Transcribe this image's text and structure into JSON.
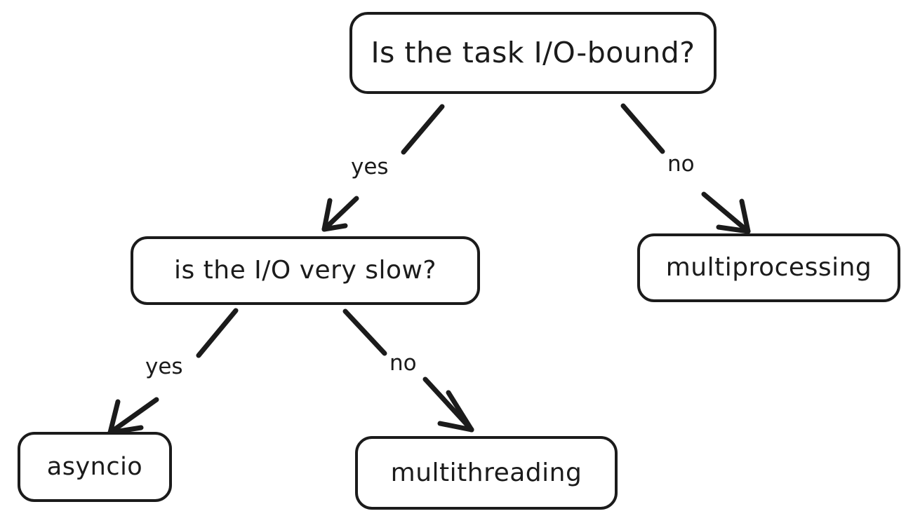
{
  "diagram": {
    "type": "flowchart",
    "style": "hand-drawn",
    "background_color": "#ffffff",
    "stroke_color": "#1b1b1b",
    "nodes": [
      {
        "id": "root",
        "label": "Is the task I/O-bound?",
        "shape": "rounded-rectangle",
        "role": "decision"
      },
      {
        "id": "io-slow",
        "label": "is the I/O very slow?",
        "shape": "rounded-rectangle",
        "role": "decision"
      },
      {
        "id": "multiprocessing",
        "label": "multiprocessing",
        "shape": "rounded-rectangle",
        "role": "outcome"
      },
      {
        "id": "asyncio",
        "label": "asyncio",
        "shape": "rounded-rectangle",
        "role": "outcome"
      },
      {
        "id": "multithreading",
        "label": "multithreading",
        "shape": "rounded-rectangle",
        "role": "outcome"
      }
    ],
    "edges": [
      {
        "id": "root-yes",
        "from": "root",
        "to": "io-slow",
        "label": "yes"
      },
      {
        "id": "root-no",
        "from": "root",
        "to": "multiprocessing",
        "label": "no"
      },
      {
        "id": "io-yes",
        "from": "io-slow",
        "to": "asyncio",
        "label": "yes"
      },
      {
        "id": "io-no",
        "from": "io-slow",
        "to": "multithreading",
        "label": "no"
      }
    ]
  }
}
